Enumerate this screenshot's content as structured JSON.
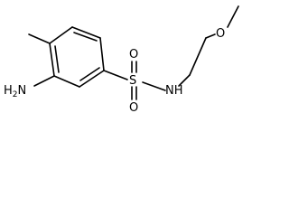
{
  "molecule": {
    "atoms": {
      "nh2": "H2N",
      "sulfur": "S",
      "oxygen_top": "O",
      "oxygen_bottom": "O",
      "nh": "NH",
      "oxygen_ether": "O"
    },
    "colors": {
      "bond": "#000000",
      "label": "#000000",
      "background": "#ffffff"
    }
  }
}
